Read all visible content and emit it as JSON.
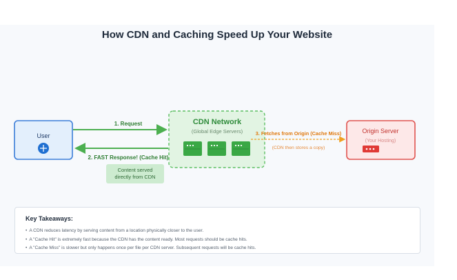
{
  "title": "How CDN and Caching Speed Up Your Website",
  "user": {
    "label": "User"
  },
  "cdn": {
    "label": "CDN Network",
    "sublabel": "(Global Edge Servers)"
  },
  "origin": {
    "label": "Origin Server",
    "sublabel": "(Your Hosting)"
  },
  "arrows": {
    "request": "1. Request",
    "response": "2. FAST Response! (Cache Hit)",
    "fetch": "3. Fetches from Origin (Cache Miss)",
    "fetch_note": "(CDN then stores a copy)"
  },
  "note": {
    "line1": "Content served",
    "line2": "directly from CDN"
  },
  "takeaways": {
    "heading": "Key Takeaways:",
    "items": [
      "A CDN reduces latency by serving content from a location physically closer to the user.",
      "A \"Cache Hit\" is extremely fast because the CDN has the content ready. Most requests should be cache hits.",
      "A \"Cache Miss\" is slower but only happens once per file per CDN server. Subsequent requests will be cache hits."
    ]
  },
  "colors": {
    "user_border": "#3b7dd8",
    "user_fill": "#e3effc",
    "cdn_border": "#5cbf62",
    "cdn_fill": "#e2f4e3",
    "server_green": "#3aa845",
    "arrow_green": "#4caf50",
    "origin_border": "#e0534f",
    "origin_fill": "#fde8e8",
    "fetch_orange": "#f0a020"
  },
  "icons": {
    "user": "user-icon",
    "edge_servers": "server-icon",
    "origin_server": "server-icon"
  }
}
